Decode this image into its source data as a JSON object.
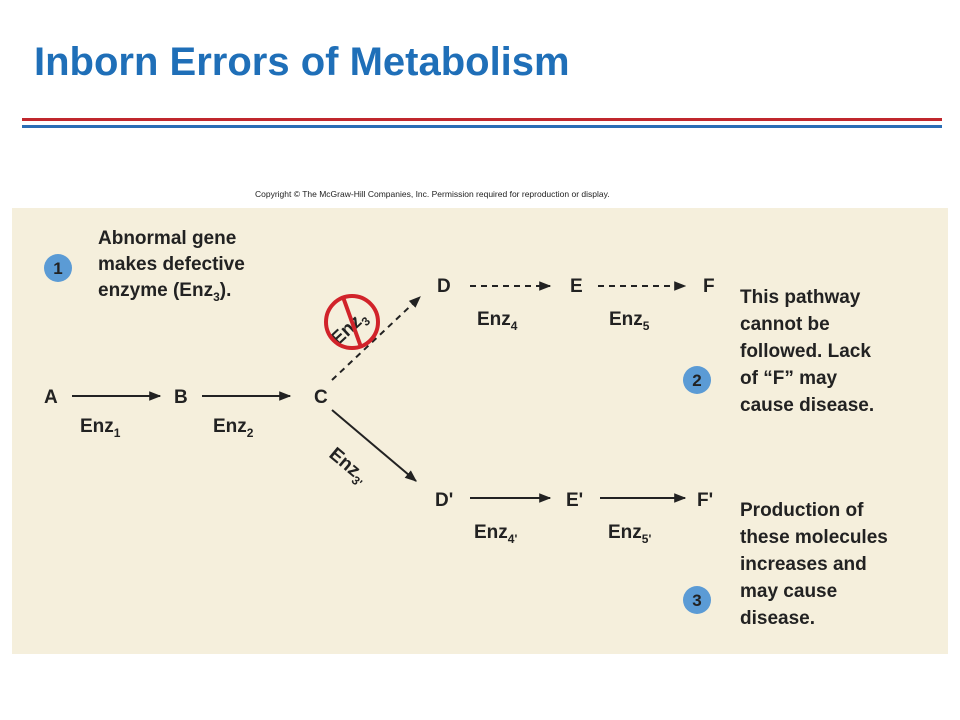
{
  "title": "Inborn Errors of Metabolism",
  "copyright": "Copyright © The McGraw-Hill Companies, Inc. Permission required for reproduction or display.",
  "colors": {
    "title": "#1f6fb8",
    "panel": "#f5efdc",
    "badge": "#5b9bd5",
    "block": "#d1232a"
  },
  "diagram": {
    "metabolites": {
      "a": "A",
      "b": "B",
      "c": "C",
      "d": "D",
      "e": "E",
      "f": "F",
      "d_prime": "D'",
      "e_prime": "E'",
      "f_prime": "F'"
    },
    "enzymes": {
      "enz1": {
        "base": "Enz",
        "sub": "1"
      },
      "enz2": {
        "base": "Enz",
        "sub": "2"
      },
      "enz3": {
        "base": "Enz",
        "sub": "3"
      },
      "enz3p": {
        "base": "Enz",
        "sub": "3'"
      },
      "enz4": {
        "base": "Enz",
        "sub": "4"
      },
      "enz5": {
        "base": "Enz",
        "sub": "5"
      },
      "enz4p": {
        "base": "Enz",
        "sub": "4'"
      },
      "enz5p": {
        "base": "Enz",
        "sub": "5'"
      }
    },
    "step1": {
      "number": "1",
      "line1": "Abnormal gene",
      "line2": "makes defective",
      "line3_pre": "enzyme (Enz",
      "line3_sub": "3",
      "line3_post": ")."
    },
    "step2": {
      "number": "2",
      "lines": [
        "This pathway",
        "cannot be",
        "followed. Lack",
        "of “F” may",
        "cause disease."
      ]
    },
    "step3": {
      "number": "3",
      "lines": [
        "Production of",
        "these molecules",
        "increases and",
        "may cause",
        "disease."
      ]
    }
  }
}
